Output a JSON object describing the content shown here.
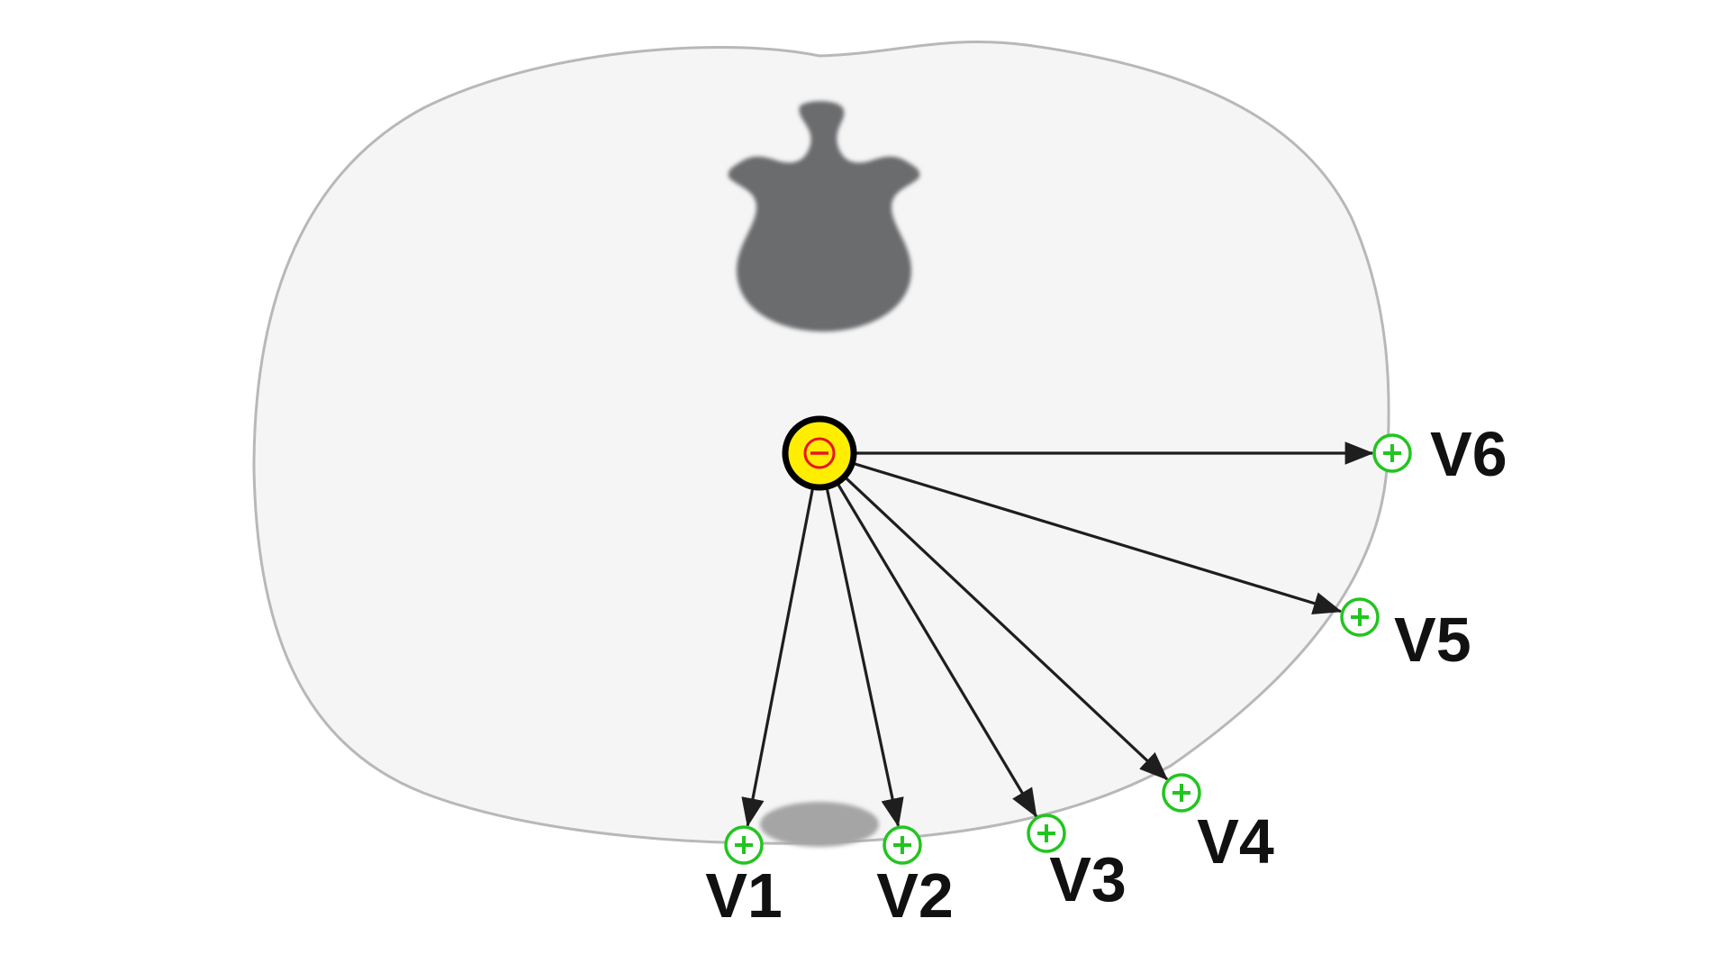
{
  "diagram": {
    "colors": {
      "background": "#ffffff",
      "torso_fill": "#f5f5f5",
      "torso_stroke": "#b8b8b8",
      "spine": "#6b6c6e",
      "sternum": "#a5a5a5",
      "arrow": "#1e1e1e",
      "negative_fill": "#ffee00",
      "negative_ring": "#000000",
      "negative_sign": "#e8141e",
      "positive": "#22c51f"
    },
    "reference_electrode": {
      "polarity": "negative",
      "symbol": "⊖"
    },
    "leads": [
      {
        "id": "V1",
        "label": "V1",
        "polarity": "positive"
      },
      {
        "id": "V2",
        "label": "V2",
        "polarity": "positive"
      },
      {
        "id": "V3",
        "label": "V3",
        "polarity": "positive"
      },
      {
        "id": "V4",
        "label": "V4",
        "polarity": "positive"
      },
      {
        "id": "V5",
        "label": "V5",
        "polarity": "positive"
      },
      {
        "id": "V6",
        "label": "V6",
        "polarity": "positive"
      }
    ]
  }
}
